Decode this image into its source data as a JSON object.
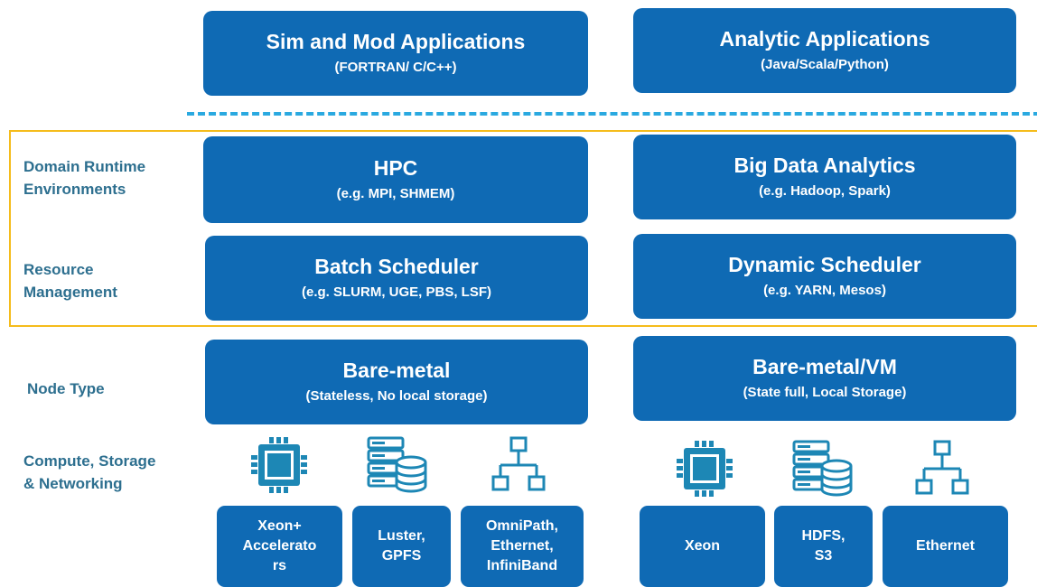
{
  "top": {
    "left": {
      "title": "Sim and Mod Applications",
      "subtitle": "(FORTRAN/ C/C++)"
    },
    "right": {
      "title": "Analytic Applications",
      "subtitle": "(Java/Scala/Python)"
    }
  },
  "labels": {
    "runtime_line1": "Domain Runtime",
    "runtime_line2": "Environments",
    "resource_line1": "Resource",
    "resource_line2": "Management",
    "node_type": "Node Type",
    "compute_line1": "Compute, Storage",
    "compute_line2": "& Networking"
  },
  "runtime": {
    "left": {
      "title": "HPC",
      "subtitle": "(e.g. MPI, SHMEM)"
    },
    "right": {
      "title": "Big Data Analytics",
      "subtitle": "(e.g. Hadoop, Spark)"
    }
  },
  "resource": {
    "left": {
      "title": "Batch Scheduler",
      "subtitle": "(e.g. SLURM, UGE, PBS, LSF)"
    },
    "right": {
      "title": "Dynamic Scheduler",
      "subtitle": "(e.g. YARN, Mesos)"
    }
  },
  "node": {
    "left": {
      "title": "Bare-metal",
      "subtitle": "(Stateless, No local storage)"
    },
    "right": {
      "title": "Bare-metal/VM",
      "subtitle": "(State full, Local Storage)"
    }
  },
  "components": {
    "left": [
      {
        "line1": "Xeon+",
        "line2": "Accelerato",
        "line3": "rs"
      },
      {
        "line1": "Luster,",
        "line2": "GPFS"
      },
      {
        "line1": "OmniPath,",
        "line2": "Ethernet,",
        "line3": "InfiniBand"
      }
    ],
    "right": [
      {
        "line1": "Xeon"
      },
      {
        "line1": "HDFS,",
        "line2": "S3"
      },
      {
        "line1": "Ethernet"
      }
    ]
  },
  "icons": [
    "cpu-icon",
    "storage-icon",
    "network-icon"
  ],
  "colors": {
    "box": "#0f6ab4",
    "label": "#2d6f8f",
    "dash": "#2aa9e0",
    "frame": "#f5bc1c",
    "icon": "#1d87b5"
  }
}
